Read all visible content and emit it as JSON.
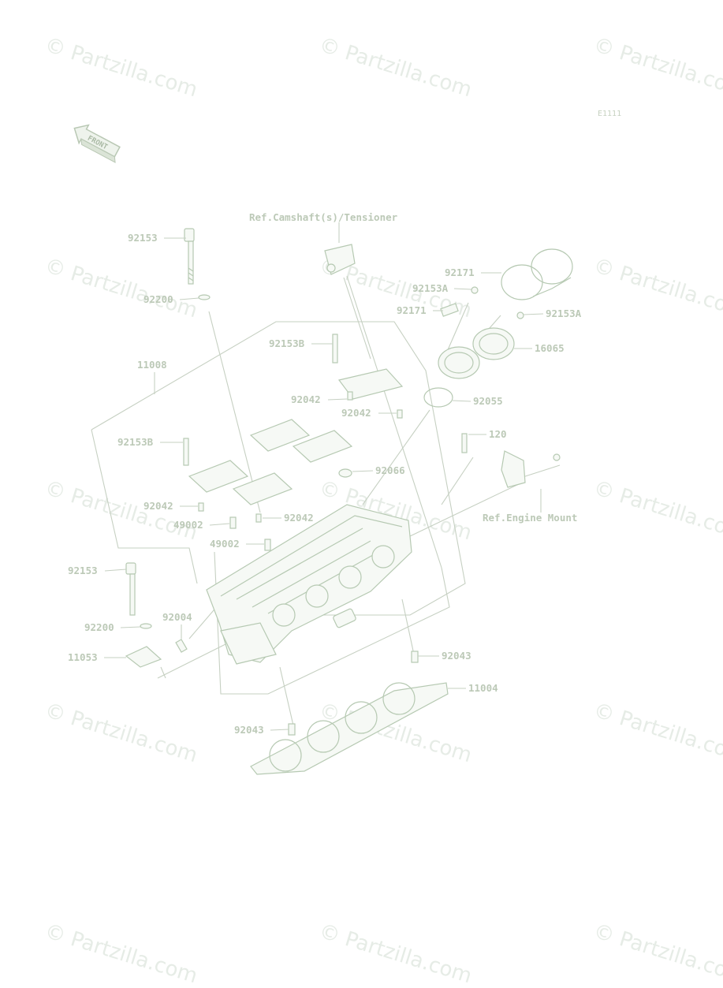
{
  "diagram": {
    "figure_code": "E1111",
    "front_label": "FRONT",
    "ref_labels": {
      "camshaft": "Ref.Camshaft(s)/Tensioner",
      "engine_mount": "Ref.Engine Mount"
    },
    "watermark": "© Partzilla.com",
    "parts": [
      {
        "id": "p92153_top",
        "label": "92153"
      },
      {
        "id": "p92200_top",
        "label": "92200"
      },
      {
        "id": "p11008",
        "label": "11008"
      },
      {
        "id": "p92153B_a",
        "label": "92153B"
      },
      {
        "id": "p92042_a",
        "label": "92042"
      },
      {
        "id": "p92042_b",
        "label": "92042"
      },
      {
        "id": "p92153B_b",
        "label": "92153B"
      },
      {
        "id": "p92042_c",
        "label": "92042"
      },
      {
        "id": "p49002_a",
        "label": "49002"
      },
      {
        "id": "p92042_d",
        "label": "92042"
      },
      {
        "id": "p49002_b",
        "label": "49002"
      },
      {
        "id": "p92066",
        "label": "92066"
      },
      {
        "id": "p120",
        "label": "120"
      },
      {
        "id": "p92171_a",
        "label": "92171"
      },
      {
        "id": "p92153A_a",
        "label": "92153A"
      },
      {
        "id": "p92171_b",
        "label": "92171"
      },
      {
        "id": "p92153A_b",
        "label": "92153A"
      },
      {
        "id": "p16065",
        "label": "16065"
      },
      {
        "id": "p92055",
        "label": "92055"
      },
      {
        "id": "p92153_low",
        "label": "92153"
      },
      {
        "id": "p92200_low",
        "label": "92200"
      },
      {
        "id": "p92004",
        "label": "92004"
      },
      {
        "id": "p11053",
        "label": "11053"
      },
      {
        "id": "p92043_a",
        "label": "92043"
      },
      {
        "id": "p11004",
        "label": "11004"
      },
      {
        "id": "p92043_b",
        "label": "92043"
      }
    ]
  }
}
